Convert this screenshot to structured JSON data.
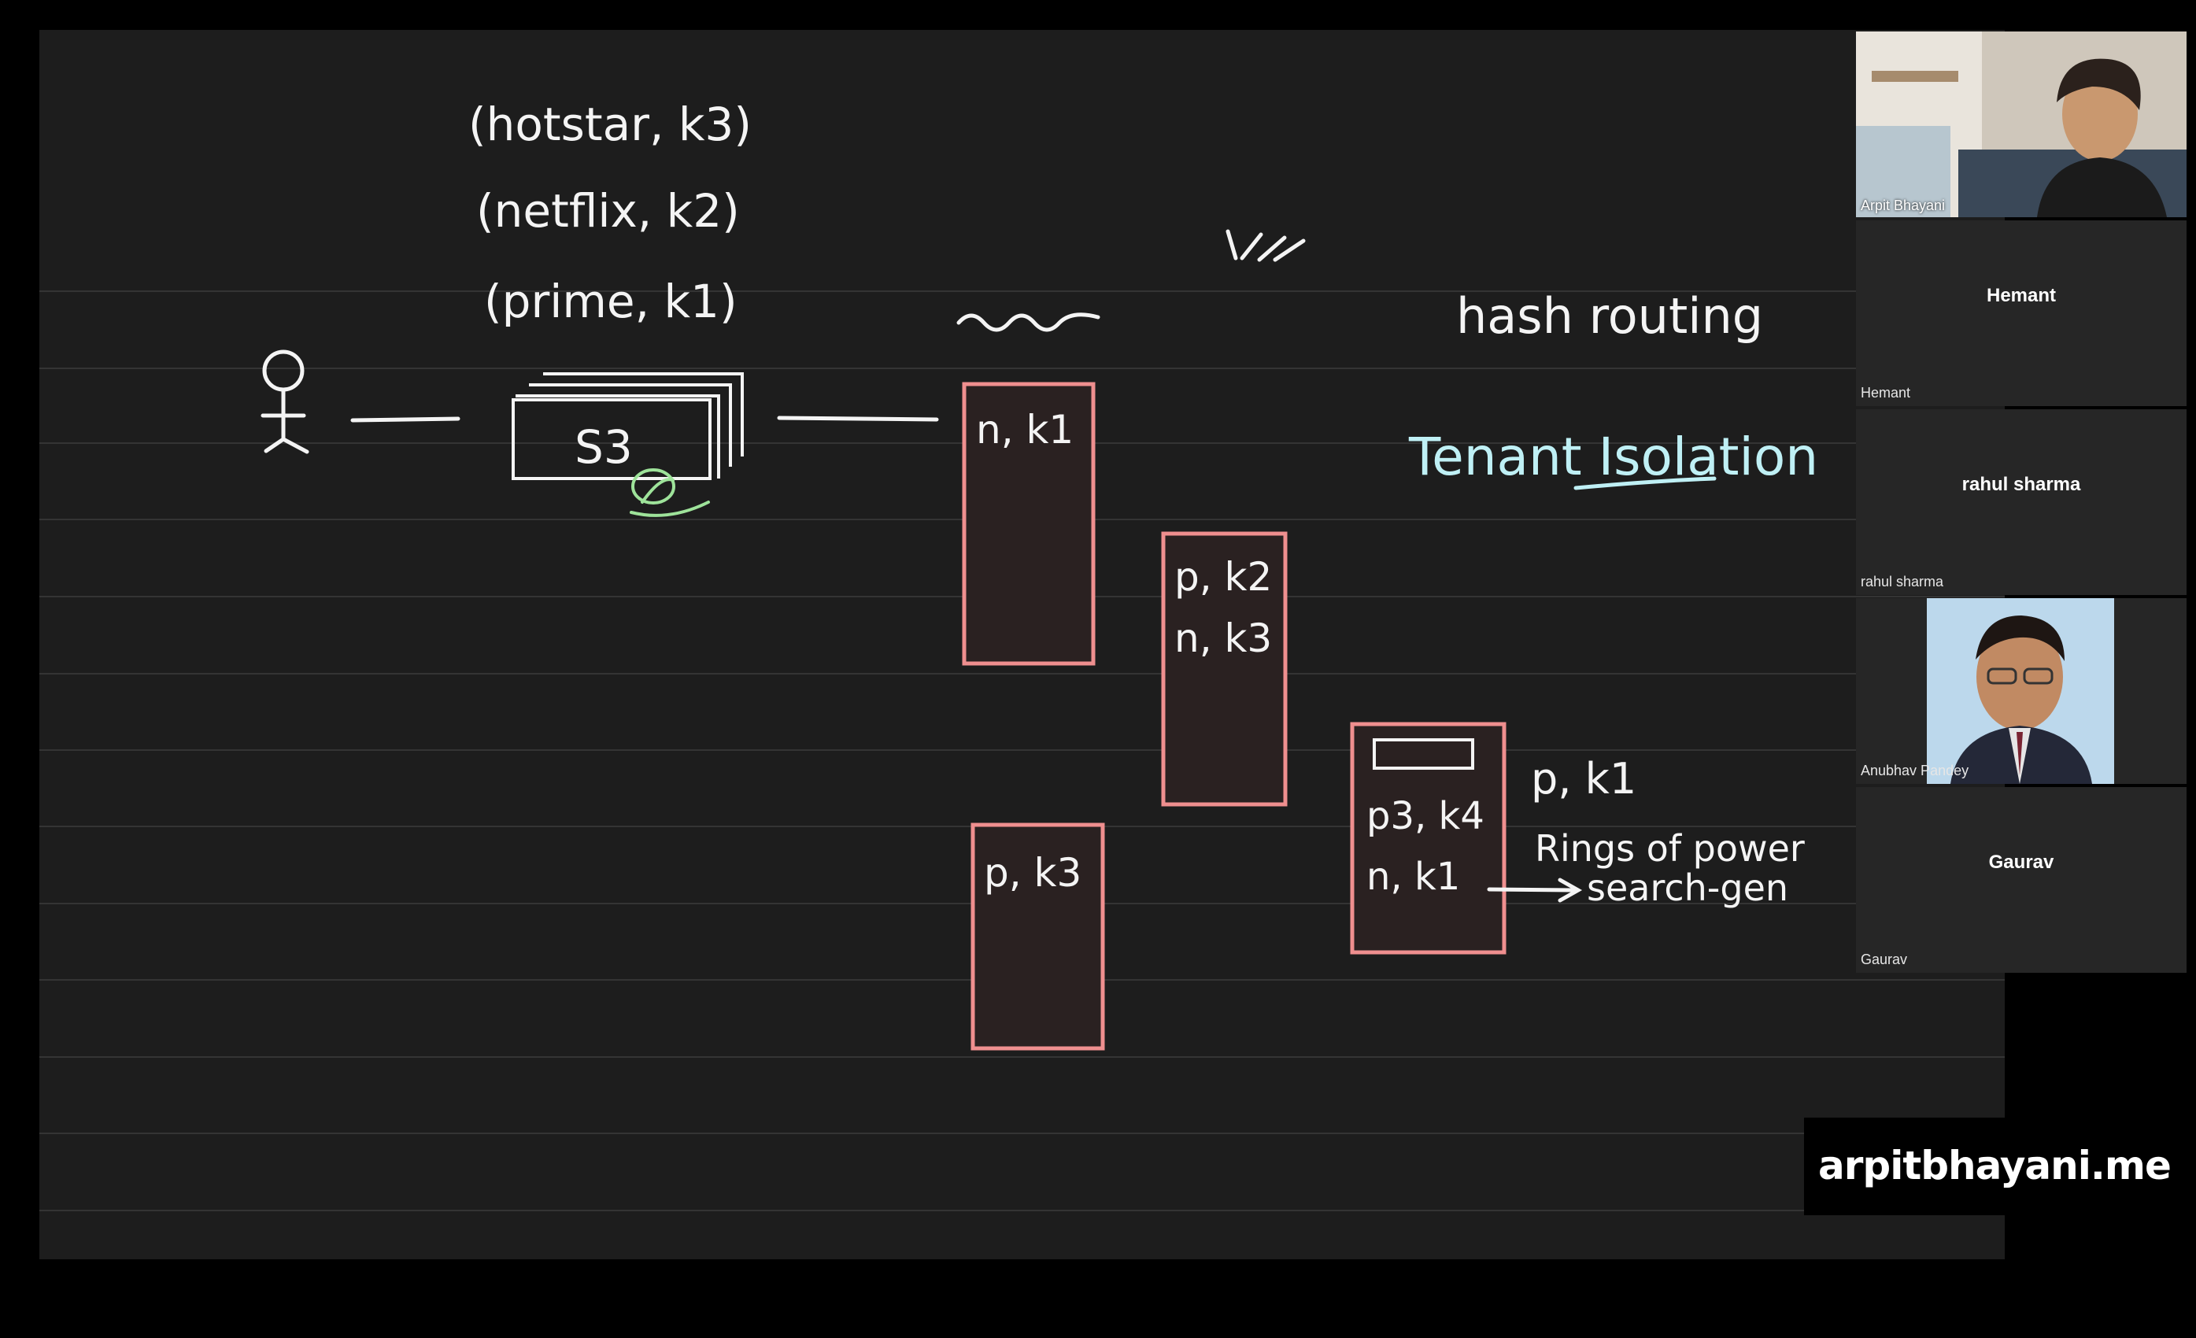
{
  "board": {
    "tenant_list": [
      "(hotstar, k3)",
      "(netflix, k2)",
      "(prime, k1)"
    ],
    "s3_label": "S3",
    "shard_a": "n, k1",
    "shard_b": [
      "p, k2",
      "n, k3"
    ],
    "shard_c": "p, k3",
    "shard_d": [
      "p3, k4",
      "n, k1"
    ],
    "side_notes": [
      "p, k1",
      "Rings of power",
      "search-gen"
    ],
    "hash_routing": "hash routing",
    "tenant_isolation": "Tenant Isolation",
    "colors": {
      "background": "#1d1d1d",
      "ink": "#f4f4f4",
      "shard_border": "#ef8f8f",
      "accent_green": "#9ee39a",
      "accent_blue": "#bff0f5"
    }
  },
  "participants": [
    {
      "name": "Arpit Bhayani",
      "type": "video"
    },
    {
      "name": "Hemant",
      "type": "name"
    },
    {
      "name": "rahul sharma",
      "type": "name"
    },
    {
      "name": "Anubhav Pandey",
      "type": "video"
    },
    {
      "name": "Gaurav",
      "type": "name"
    }
  ],
  "watermark": "arpitbhayani.me"
}
